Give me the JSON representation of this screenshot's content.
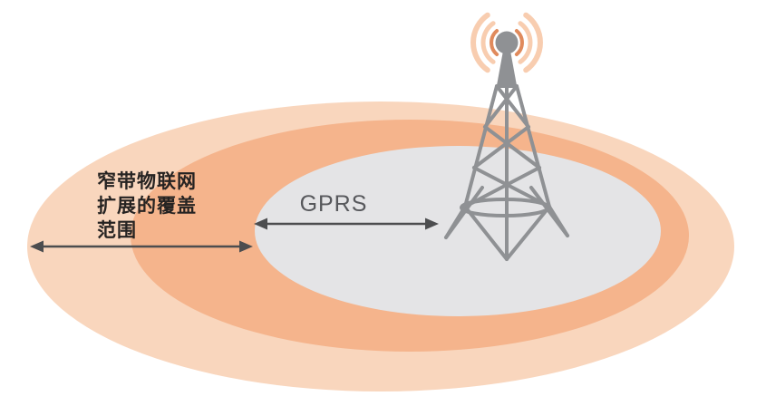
{
  "labels": {
    "nbiot": {
      "lines": [
        "窄带物联网",
        "扩展的覆盖",
        "范围"
      ]
    },
    "gprs": "GPRS"
  },
  "icons": {
    "tower": "lattice-radio-tower",
    "waves": "radio-signal-arcs",
    "nbiot_arrow": "double-headed-range-arrow",
    "gprs_arrow": "double-headed-range-arrow"
  },
  "colors": {
    "background": "#ffffff",
    "outer_coverage_ellipse": "#f9d6bd",
    "middle_coverage_ellipse": "#f5b48c",
    "gprs_coverage_ellipse": "#e4e4e6",
    "tower": "#8f9194",
    "wave_light": "#f8cdb0",
    "wave_dark": "#e08a5c",
    "arrow": "#4c4d4f",
    "nbiot_text": "#262322",
    "gprs_text": "#57585c"
  }
}
